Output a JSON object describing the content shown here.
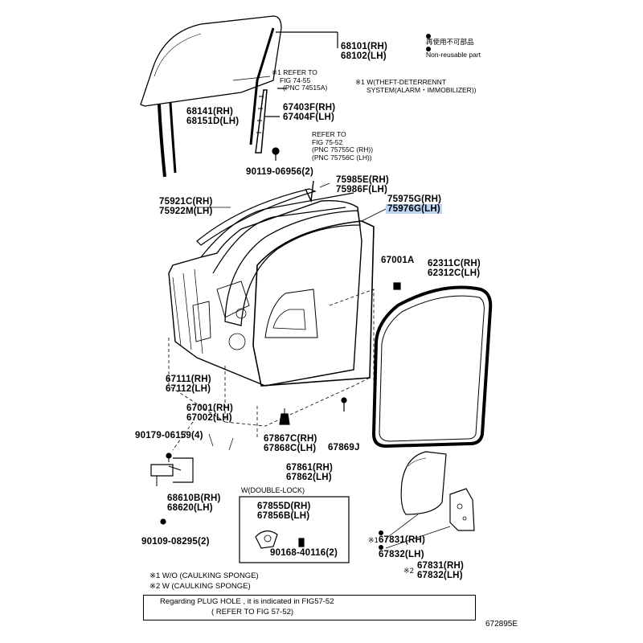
{
  "legend": {
    "non_reusable_jp": "再使用不可部品",
    "non_reusable_en": "Non-reusable part"
  },
  "notes": {
    "theft_deterrent_line1": "※1 W(THEFT-DETERRENNT",
    "theft_deterrent_line2": "SYSTEM(ALARM・IMMOBILIZER))",
    "double_lock": "W(DOUBLE-LOCK)",
    "footnote1": "※1  W/O (CAULKING SPONGE)",
    "footnote2": "※2  W (CAULKING SPONGE)",
    "plug_hole_line1": "Regarding  PLUG HOLE , it is  indicated  in  FIG57-52",
    "plug_hole_line2": "( REFER TO FIG 57-52)",
    "figure_number": "672895E"
  },
  "refs": {
    "fig_74_55": [
      "※1 REFER TO",
      "FIG 74-55",
      "(PNC 74515A)"
    ],
    "fig_75_52": [
      "REFER TO",
      "FIG 75-52",
      "(PNC 75755C (RH))",
      "(PNC 75756C (LH))"
    ]
  },
  "parts": {
    "p68101": [
      "68101(RH)",
      "68102(LH)"
    ],
    "p68141": [
      "68141(RH)",
      "68151D(LH)"
    ],
    "p67403": [
      "67403F(RH)",
      "67404F(LH)"
    ],
    "p90119": [
      "90119-06956(2)"
    ],
    "p75985": [
      "75985E(RH)",
      "75986F(LH)"
    ],
    "p75921": [
      "75921C(RH)",
      "75922M(LH)"
    ],
    "p75975": [
      "75975G(RH)",
      "75976G(LH)"
    ],
    "p67001a": [
      "67001A"
    ],
    "p62311": [
      "62311C(RH)",
      "62312C(LH)"
    ],
    "p67111": [
      "67111(RH)",
      "67112(LH)"
    ],
    "p67001": [
      "67001(RH)",
      "67002(LH)"
    ],
    "p90179": [
      "90179-06159(4)"
    ],
    "p67867": [
      "67867C(RH)",
      "67868C(LH)"
    ],
    "p67869": [
      "67869J"
    ],
    "p67861": [
      "67861(RH)",
      "67862(LH)"
    ],
    "p68610": [
      "68610B(RH)",
      "68620(LH)"
    ],
    "p67855": [
      "67855D(RH)",
      "67856B(LH)"
    ],
    "p90109": [
      "90109-08295(2)"
    ],
    "p90168": [
      "90168-40116(2)"
    ],
    "p67831a": [
      "※1",
      "67831(RH)",
      "67832(LH)"
    ],
    "p67831b": [
      "※2",
      "67831(RH)",
      "67832(LH)"
    ]
  },
  "highlight_color": "#bcd4f2"
}
